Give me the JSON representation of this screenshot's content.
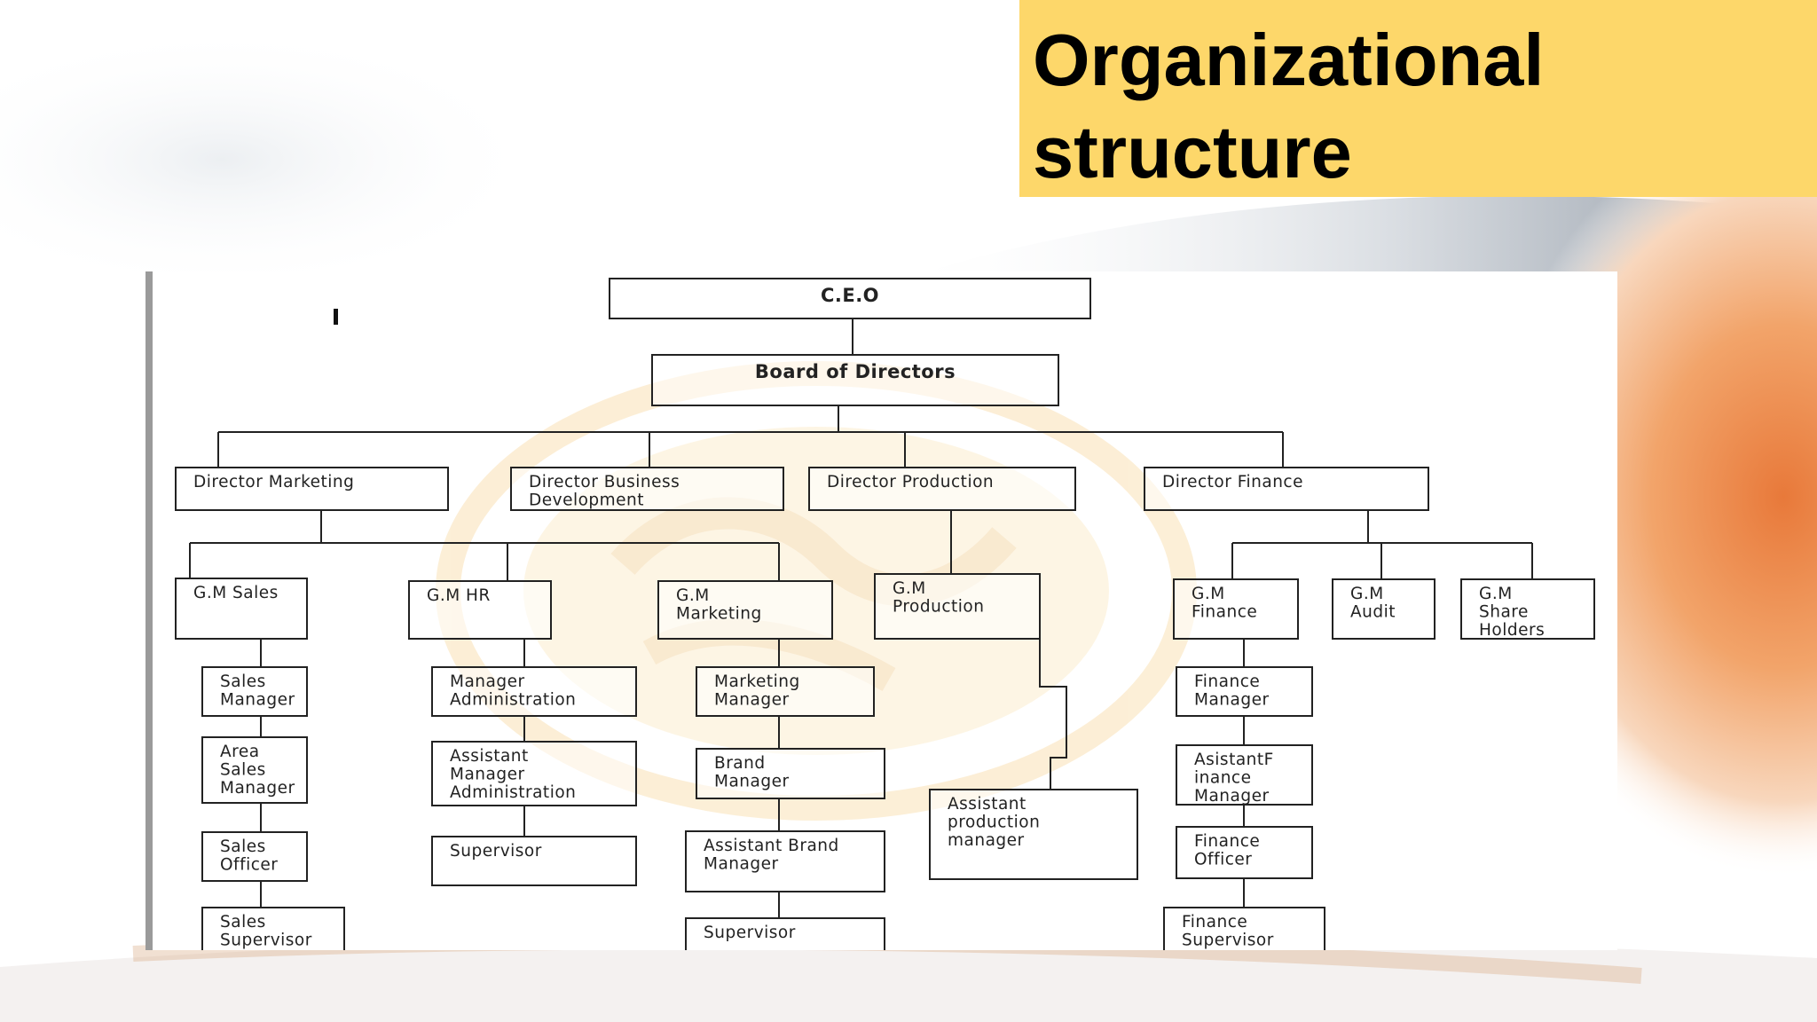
{
  "slide": {
    "title": "Organizational\nstructure",
    "colors": {
      "title_bg": "#fdd76a",
      "box_stroke": "#222222",
      "watermark": "#f3b548"
    }
  },
  "org_chart": {
    "nodes": [
      {
        "id": "ceo",
        "lines": [
          "C.E.O"
        ],
        "bold": true
      },
      {
        "id": "board",
        "lines": [
          "Board of Directors"
        ],
        "bold": true
      },
      {
        "id": "dir-marketing",
        "lines": [
          "Director Marketing"
        ]
      },
      {
        "id": "dir-business",
        "lines": [
          "Director Business",
          "Development"
        ]
      },
      {
        "id": "dir-production",
        "lines": [
          "Director Production"
        ]
      },
      {
        "id": "dir-finance",
        "lines": [
          "Director Finance"
        ]
      },
      {
        "id": "gm-sales",
        "lines": [
          "G.M Sales"
        ]
      },
      {
        "id": "gm-hr",
        "lines": [
          "G.M HR"
        ]
      },
      {
        "id": "gm-marketing",
        "lines": [
          "G.M",
          "Marketing"
        ]
      },
      {
        "id": "gm-production",
        "lines": [
          "G.M",
          "Production"
        ]
      },
      {
        "id": "gm-finance",
        "lines": [
          "G.M",
          "Finance"
        ]
      },
      {
        "id": "gm-audit",
        "lines": [
          "G.M",
          "Audit"
        ]
      },
      {
        "id": "gm-shareholders",
        "lines": [
          "G.M",
          "Share",
          "Holders"
        ]
      },
      {
        "id": "sales-manager",
        "lines": [
          "Sales",
          "Manager"
        ]
      },
      {
        "id": "area-sales-manager",
        "lines": [
          "Area",
          "Sales",
          "Manager"
        ]
      },
      {
        "id": "sales-officer",
        "lines": [
          "Sales",
          "Officer"
        ]
      },
      {
        "id": "sales-supervisor",
        "lines": [
          "Sales",
          "Supervisor"
        ]
      },
      {
        "id": "manager-admin",
        "lines": [
          "Manager",
          "Administration"
        ]
      },
      {
        "id": "asst-manager-admin",
        "lines": [
          "Assistant",
          "Manager",
          "Administration"
        ]
      },
      {
        "id": "hr-supervisor",
        "lines": [
          "Supervisor"
        ]
      },
      {
        "id": "marketing-manager",
        "lines": [
          "Marketing",
          "Manager"
        ]
      },
      {
        "id": "brand-manager",
        "lines": [
          "Brand",
          "Manager"
        ]
      },
      {
        "id": "asst-brand-manager",
        "lines": [
          "Assistant Brand",
          "Manager"
        ]
      },
      {
        "id": "marketing-supervisor",
        "lines": [
          "Supervisor"
        ]
      },
      {
        "id": "asst-production-manager",
        "lines": [
          "Assistant",
          "production",
          "manager"
        ]
      },
      {
        "id": "finance-manager",
        "lines": [
          "Finance",
          "Manager"
        ]
      },
      {
        "id": "asst-finance-manager",
        "lines": [
          "AsistantF",
          "inance",
          "Manager"
        ]
      },
      {
        "id": "finance-officer",
        "lines": [
          "Finance",
          "Officer"
        ]
      },
      {
        "id": "finance-supervisor",
        "lines": [
          "Finance",
          "Supervisor"
        ]
      }
    ]
  }
}
